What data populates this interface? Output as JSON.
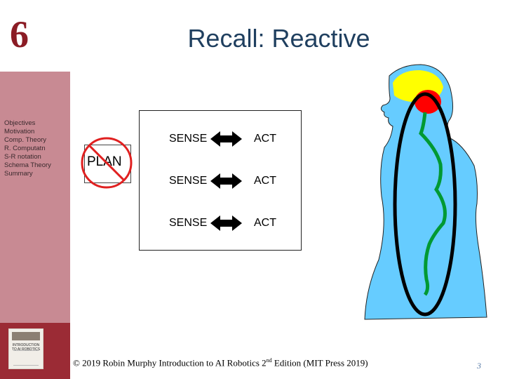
{
  "slide": {
    "chapter_number": "6",
    "title": "Recall: Reactive",
    "sidebar_items": [
      "Objectives",
      "Motivation",
      "Comp. Theory",
      "R. Computatn",
      "S-R notation",
      "Schema Theory",
      "Summary"
    ],
    "book_cover_title": "INTRODUCTION TO AI ROBOTICS",
    "plan_label": "PLAN",
    "rows": [
      {
        "sense": "SENSE",
        "act": "ACT"
      },
      {
        "sense": "SENSE",
        "act": "ACT"
      },
      {
        "sense": "SENSE",
        "act": "ACT"
      }
    ],
    "footer": {
      "prefix": "© 2019 Robin Murphy Introduction to AI Robotics 2",
      "superscript": "nd",
      "suffix": " Edition (MIT Press 2019)"
    },
    "page_number": "3"
  },
  "colors": {
    "chapter_red": "#8b1c25",
    "title_blue": "#1f3f5f",
    "sidebar_pink": "#c88a93",
    "sidebar_dark": "#9b2b35",
    "body_blue": "#66ccff",
    "brain_yellow": "#ffff00",
    "brain_red": "#ff0000",
    "spine_green": "#009933",
    "prohibit_red": "#e02020"
  },
  "icons": [
    "no-plan-prohibition-icon",
    "bidirectional-arrow-icon",
    "human-silhouette-icon"
  ]
}
